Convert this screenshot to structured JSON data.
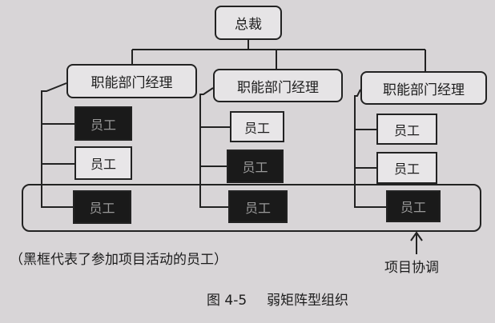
{
  "top": {
    "label": "总裁"
  },
  "managers": [
    {
      "label": "职能部门经理"
    },
    {
      "label": "职能部门经理"
    },
    {
      "label": "职能部门经理"
    }
  ],
  "employees": [
    [
      {
        "label": "员工",
        "project": true
      },
      {
        "label": "员工",
        "project": false
      },
      {
        "label": "员工",
        "project": true
      }
    ],
    [
      {
        "label": "员工",
        "project": false
      },
      {
        "label": "员工",
        "project": true
      },
      {
        "label": "员工",
        "project": true
      }
    ],
    [
      {
        "label": "员工",
        "project": false
      },
      {
        "label": "员工",
        "project": false
      },
      {
        "label": "员工",
        "project": true
      }
    ]
  ],
  "note": "（黑框代表了参加项目活动的员工）",
  "coordination_label": "项目协调",
  "caption": {
    "number": "图 4-5",
    "title": "弱矩阵型组织"
  }
}
